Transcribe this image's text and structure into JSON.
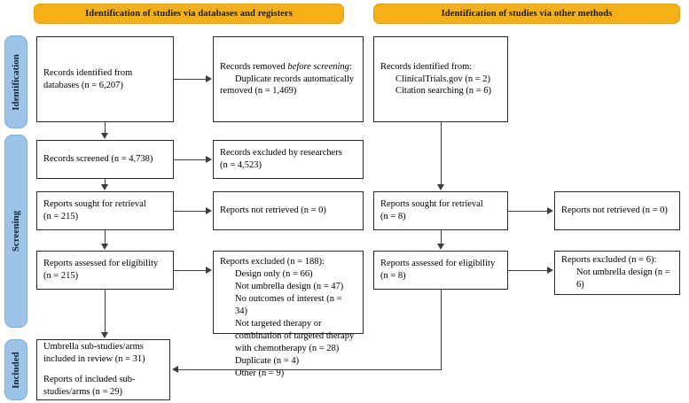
{
  "headers": [
    {
      "id": "databases-registers",
      "label": "Identification of studies via databases and registers"
    },
    {
      "id": "other-methods",
      "label": "Identification of studies via other methods"
    }
  ],
  "stages": [
    {
      "id": "identification",
      "label": "Identification"
    },
    {
      "id": "screening",
      "label": "Screening"
    },
    {
      "id": "included",
      "label": "Included"
    }
  ],
  "boxes": {
    "records_identified_databases": {
      "line1": "Records identified from",
      "line2": "databases (n = 6,207)"
    },
    "records_removed": {
      "line1_a": "Records removed ",
      "line1_italic": "before screening",
      "line1_b": ":",
      "line2": "Duplicate records automatically",
      "line3": "removed (n = 1,469)"
    },
    "records_screened": {
      "line1": "Records screened (n = 4,738)"
    },
    "records_excluded_researchers": {
      "line1": "Records excluded by researchers",
      "line2": "(n = 4,523)"
    },
    "reports_sought_left": {
      "line1": "Reports sought for retrieval",
      "line2": "(n = 215)"
    },
    "reports_not_retrieved_left": {
      "line1": "Reports not retrieved (n = 0)"
    },
    "reports_assessed_left": {
      "line1": "Reports assessed for eligibility",
      "line2": "(n = 215)"
    },
    "reports_excluded_left": {
      "heading": "Reports excluded (n = 188):",
      "reasons": [
        "Design only (n = 66)",
        "Not umbrella design (n = 47)",
        "No outcomes of interest (n = 34)",
        "Not targeted therapy or",
        "combination of targeted therapy",
        "with chemotherapy (n = 28)",
        "Duplicate (n = 4)",
        "Other (n = 9)"
      ]
    },
    "records_identified_other": {
      "line1": "Records identified from:",
      "line2": "ClinicalTrials.gov (n = 2)",
      "line3": "Citation searching (n = 6)"
    },
    "reports_sought_right": {
      "line1": "Reports sought for retrieval",
      "line2": "(n = 8)"
    },
    "reports_not_retrieved_right": {
      "line1": "Reports not retrieved (n = 0)"
    },
    "reports_assessed_right": {
      "line1": "Reports assessed for eligibility",
      "line2": "(n = 8)"
    },
    "reports_excluded_right": {
      "line1": "Reports excluded (n = 6):",
      "line2": "Not umbrella design (n = 6)"
    },
    "included_studies": {
      "line1": "Umbrella sub-studies/arms",
      "line2": "included in review (n = 31)",
      "line3": "Reports of included sub-",
      "line4": "studies/arms (n = 29)"
    }
  },
  "colors": {
    "header_fill": "#F5B016",
    "stage_fill": "#9DC3E6",
    "box_border": "#2b2b2b",
    "connector": "#3d3d3d",
    "page_bg": "#ffffff"
  }
}
